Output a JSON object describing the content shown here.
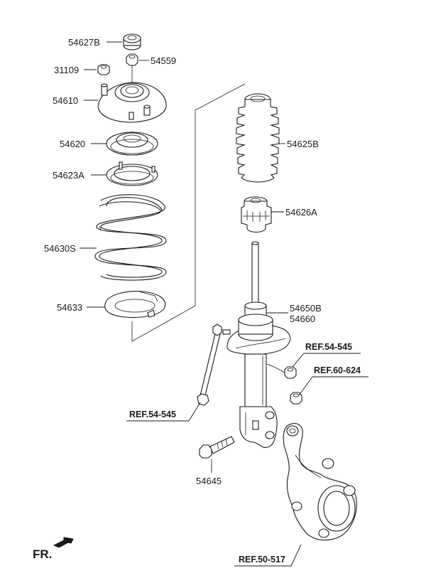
{
  "labels": {
    "p54627B": "54627B",
    "p54559": "54559",
    "p31109": "31109",
    "p54610": "54610",
    "p54620": "54620",
    "p54623A": "54623A",
    "p54630S": "54630S",
    "p54633": "54633",
    "p54625B": "54625B",
    "p54626A": "54626A",
    "p54650B": "54650B",
    "p54660": "54660",
    "p54645": "54645"
  },
  "refs": {
    "ref_54_545_right": "REF.54-545",
    "ref_60_624": "REF.60-624",
    "ref_54_545_left": "REF.54-545",
    "ref_50_517": "REF.50-517"
  },
  "orientation": {
    "front_label": "FR."
  }
}
